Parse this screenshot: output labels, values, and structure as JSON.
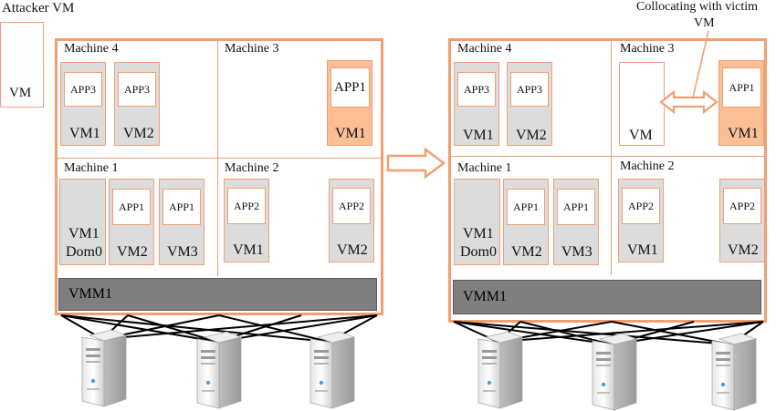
{
  "attacker": {
    "title": "Attacker VM",
    "vm_label": "VM"
  },
  "annotation": {
    "line1": "Collocating with victim",
    "line2": "VM"
  },
  "labels": {
    "machine1": "Machine 1",
    "machine2": "Machine 2",
    "machine3": "Machine 3",
    "machine4": "Machine 4",
    "vmm": "VMM1",
    "app1": "APP1",
    "app2": "APP2",
    "app3": "APP3",
    "vm": "VM",
    "vm1": "VM1",
    "vm2": "VM2",
    "vm3": "VM3",
    "dom0": "Dom0"
  },
  "colors": {
    "border": "#f0a070",
    "vm_fill": "#dcdcdc",
    "victim_fill": "#fbbf96",
    "vmm_fill": "#7f7f7f",
    "line": "#000000"
  },
  "icons": {
    "server": "server-tower-icon",
    "arrow": "hollow-right-arrow-icon",
    "double_arrow": "double-headed-arrow-icon"
  }
}
